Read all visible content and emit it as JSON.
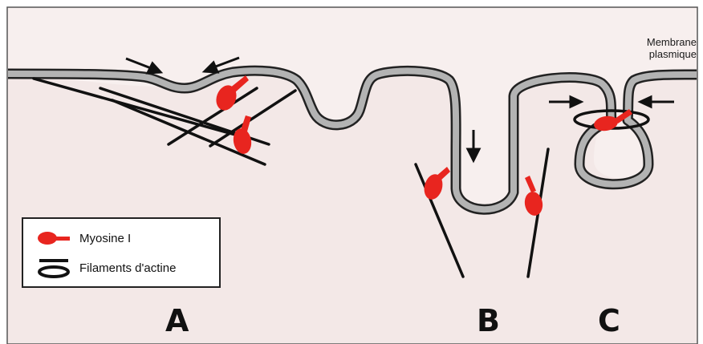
{
  "diagram": {
    "membrane_label_line1": "Membrane",
    "membrane_label_line2": "plasmique",
    "panels": [
      "A",
      "B",
      "C"
    ],
    "legend": {
      "myosin_label": "Myosine I",
      "actin_label": "Filaments d'actine"
    },
    "colors": {
      "background": "#f7efee",
      "membrane_fill": "#b3b3b3",
      "membrane_outline": "#222222",
      "myosin": "#e8251f",
      "filament": "#111111"
    }
  }
}
